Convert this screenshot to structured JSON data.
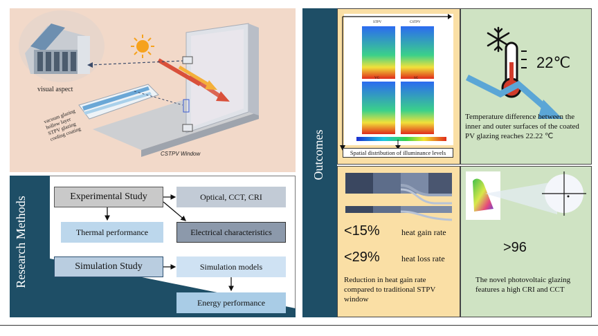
{
  "hero": {
    "visual_aspect_label": "visual aspect",
    "window_label": "CSTPV Window",
    "layers": [
      "vacuum glazing",
      "hollow layer",
      "STPV glazing",
      "cooling coating"
    ]
  },
  "research_methods": {
    "title": "Research Methods",
    "experimental": "Experimental Study",
    "simulation": "Simulation Study",
    "optical": "Optical, CCT, CRI",
    "thermal": "Thermal performance",
    "electrical": "Electrical characteristics",
    "sim_models": "Simulation models",
    "energy": "Energy performance"
  },
  "outcomes": {
    "title": "Outcomes",
    "illuminance": {
      "panel_labels": [
        "STPV",
        "CSTPV",
        "VG",
        "SG"
      ],
      "caption": "Spatial distribution of illuminance levels"
    },
    "temperature": {
      "value": "22℃",
      "caption": "Temperature difference between the inner and outer surfaces of the coated PV glazing reaches 22.22 ℃"
    },
    "heat": {
      "gain_value": "<15%",
      "gain_label": "heat gain rate",
      "loss_value": "<29%",
      "loss_label": "heat loss rate",
      "caption": "Reduction in heat gain rate compared to traditional STPV window"
    },
    "cri": {
      "value": ">96",
      "caption": "The novel photovoltaic glazing features a high CRI and CCT"
    }
  },
  "colors": {
    "navy": "#1e4e66",
    "peach": "#f2d9c9",
    "yellow_panel": "#fadfa5",
    "green_panel": "#cfe3c3",
    "arrow_blue": "#5ba6d6",
    "accent_red": "#d9503a"
  }
}
